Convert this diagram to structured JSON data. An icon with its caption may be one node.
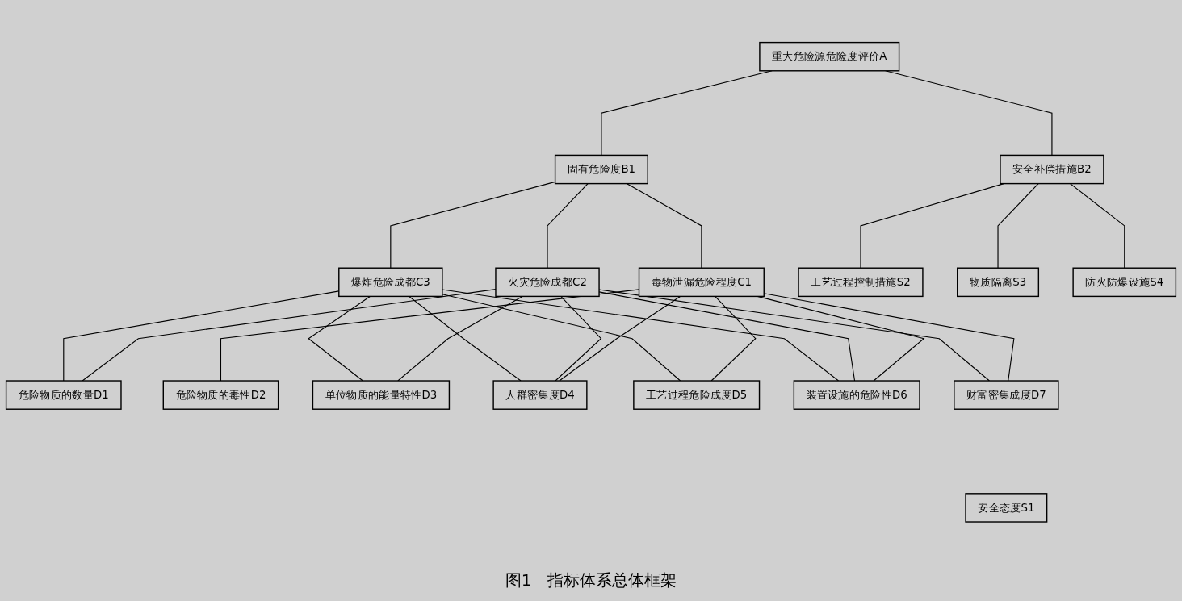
{
  "diagram": {
    "caption": "图1　指标体系总体框架",
    "nodes": [
      {
        "text": [
          "重大危险源危险度评价A"
        ]
      },
      {
        "text": [
          "固有危险度B1"
        ]
      },
      {
        "text": [
          "安全补偿措施B2"
        ]
      },
      {
        "text": [
          "毒物泄漏危险程度C1"
        ]
      },
      {
        "text": [
          "火灾危险成都C2"
        ]
      },
      {
        "text": [
          "爆炸危险成都C3"
        ]
      },
      {
        "text": [
          "危险物质的数量D1"
        ]
      },
      {
        "text": [
          "危险物质的毒性D2"
        ]
      },
      {
        "text": [
          "单位物质的能量特性D3"
        ]
      },
      {
        "text": [
          "人群密集度D4"
        ]
      },
      {
        "text": [
          "工艺过程危险成度D5"
        ]
      },
      {
        "text": [
          "装置设施的危险性D6"
        ]
      },
      {
        "text": [
          "财富密集成度D7"
        ]
      },
      {
        "text": [
          "安全态度S1"
        ]
      },
      {
        "text": [
          "工艺过程控制措施S2"
        ]
      },
      {
        "text": [
          "物质隔离S3"
        ]
      },
      {
        "text": [
          "防火防爆设施S4"
        ]
      }
    ],
    "edges": [
      {
        "from": 0,
        "to": 1,
        "arrow": "none"
      },
      {
        "from": 0,
        "to": 2,
        "arrow": "none"
      },
      {
        "from": 1,
        "to": 3,
        "arrow": "none"
      },
      {
        "from": 1,
        "to": 4,
        "arrow": "none"
      },
      {
        "from": 1,
        "to": 5,
        "arrow": "none"
      },
      {
        "from": 3,
        "to": 7,
        "arrow": "none"
      },
      {
        "from": 3,
        "to": 9,
        "arrow": "none"
      },
      {
        "from": 3,
        "to": 10,
        "arrow": "none"
      },
      {
        "from": 3,
        "to": 11,
        "arrow": "none"
      },
      {
        "from": 3,
        "to": 12,
        "arrow": "none"
      },
      {
        "from": 4,
        "to": 6,
        "arrow": "none"
      },
      {
        "from": 4,
        "to": 8,
        "arrow": "none"
      },
      {
        "from": 4,
        "to": 9,
        "arrow": "none"
      },
      {
        "from": 4,
        "to": 11,
        "arrow": "none"
      },
      {
        "from": 4,
        "to": 12,
        "arrow": "none"
      },
      {
        "from": 5,
        "to": 6,
        "arrow": "none"
      },
      {
        "from": 5,
        "to": 8,
        "arrow": "none"
      },
      {
        "from": 5,
        "to": 9,
        "arrow": "none"
      },
      {
        "from": 5,
        "to": 10,
        "arrow": "none"
      },
      {
        "from": 5,
        "to": 11,
        "arrow": "none"
      },
      {
        "from": 2,
        "to": 14,
        "arrow": "none"
      },
      {
        "from": 2,
        "to": 15,
        "arrow": "none"
      },
      {
        "from": 2,
        "to": 16,
        "arrow": "none"
      }
    ]
  }
}
